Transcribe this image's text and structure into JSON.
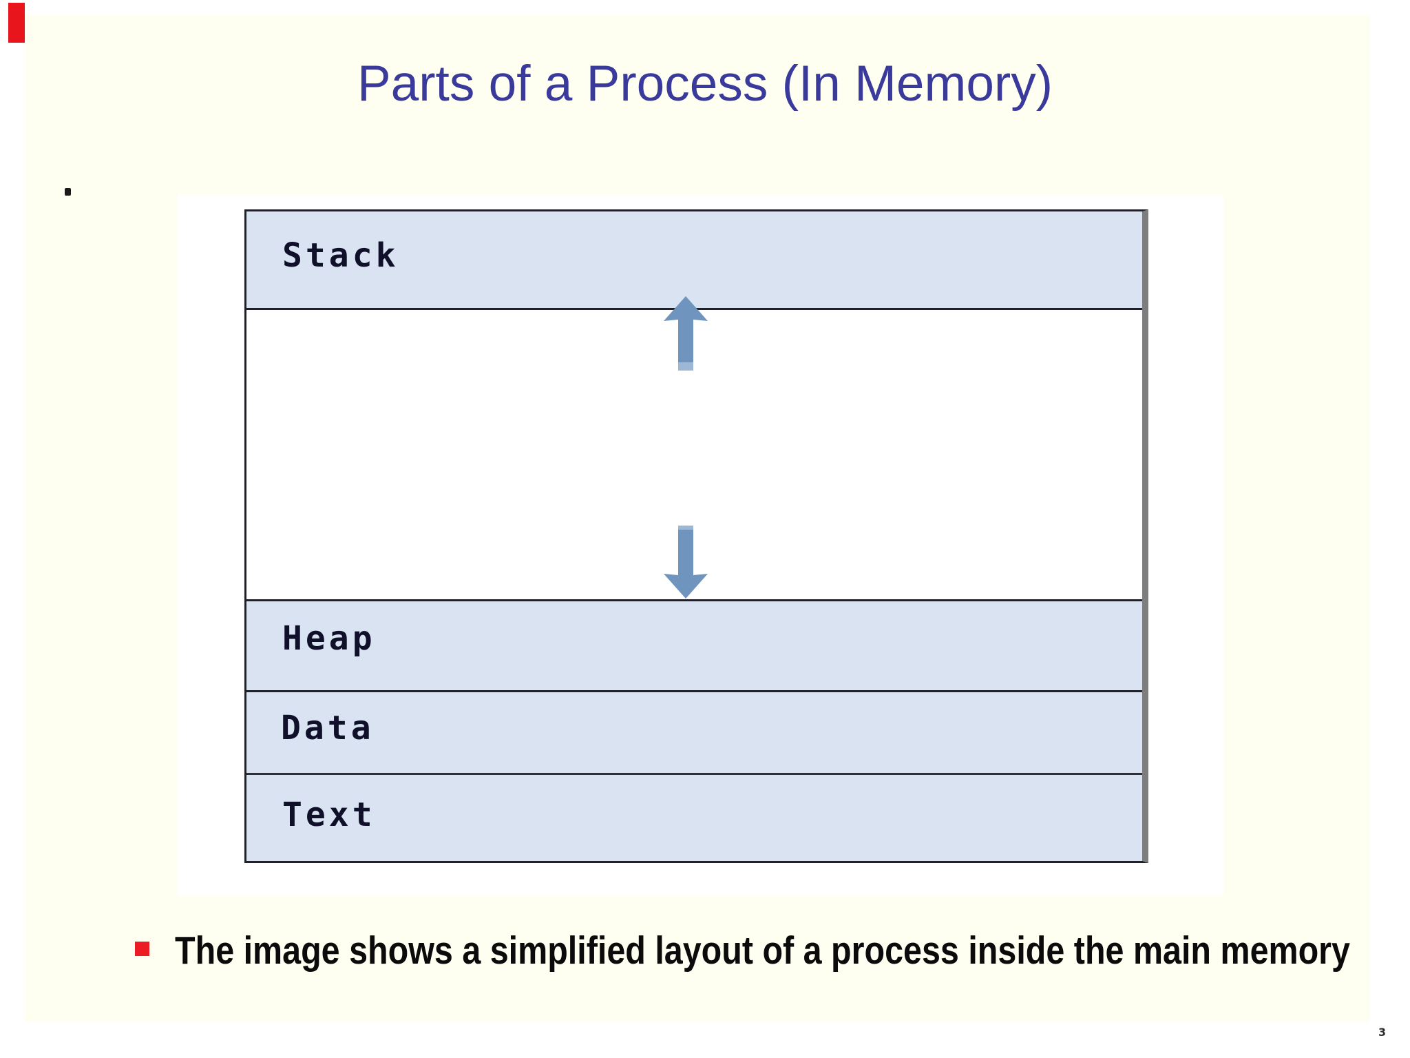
{
  "slide": {
    "title": "Parts of a Process (In Memory)",
    "caption": {
      "marker_shape": "red-square-bullet",
      "text": "The image shows a simplified layout of a process inside the main memory"
    },
    "page_number": "3",
    "colors": {
      "page_margin": "#ffffff",
      "slide_background": "#fffff1",
      "title_text": "#3a3a9c",
      "caption_text": "#0b0b0b",
      "caption_marker": "#ec1c24",
      "corner_mark": "#e8151d",
      "band_fill": "#d9e3f1",
      "diagram_border": "#20202a",
      "diagram_shadow_edge": "#7d7d7d",
      "arrow_fill": "#6f94bd"
    }
  },
  "diagram": {
    "kind": "process-memory-layout",
    "regions": [
      {
        "label": "Stack"
      },
      {
        "label": "Heap"
      },
      {
        "label": "Data"
      },
      {
        "label": "Text"
      }
    ],
    "icons": {
      "up_arrow": "arrow-up-icon",
      "down_arrow": "arrow-down-icon",
      "stray_dot": "small-black-dot",
      "corner_mark": "red-rectangle-mark"
    }
  }
}
